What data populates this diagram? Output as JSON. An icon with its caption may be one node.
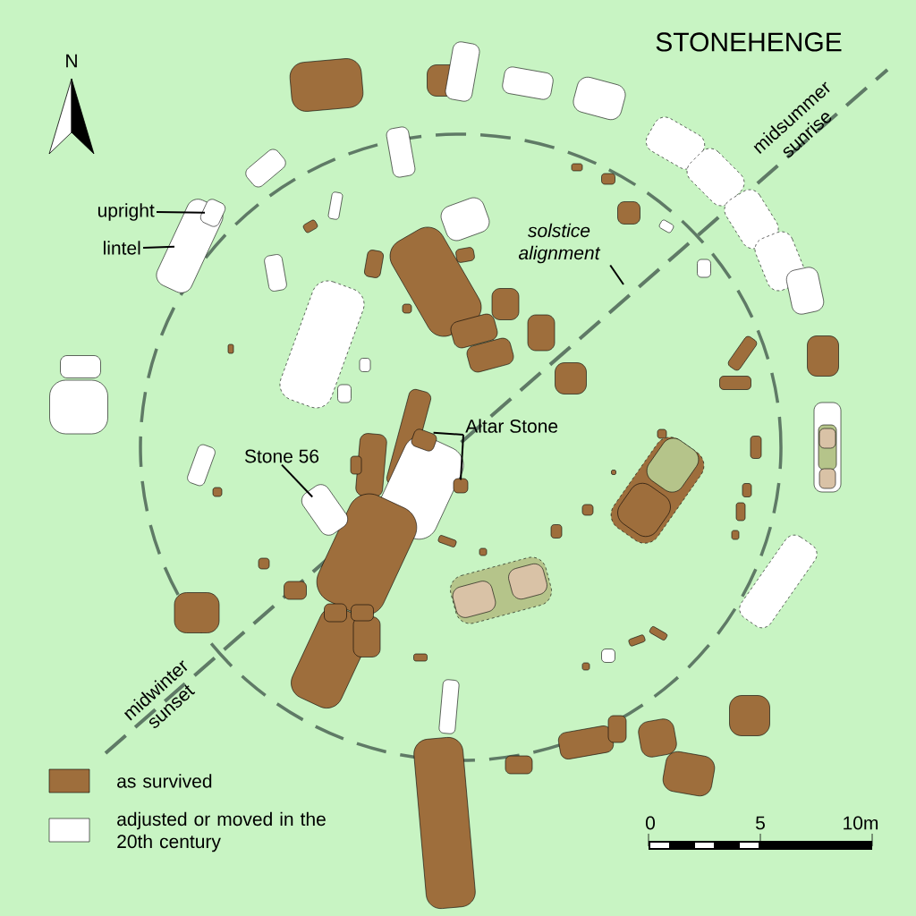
{
  "diagram": {
    "title": "STONEHENGE",
    "nodes": [
      {
        "text": [
          "upright"
        ]
      },
      {
        "text": [],
        "shape": "box",
        "in": 3
      },
      {
        "text": [
          "lintel"
        ]
      },
      {
        "text": [],
        "shape": "box"
      },
      {
        "text": [
          "solstice alignment"
        ]
      },
      {
        "text": [
          "Stone 56"
        ]
      },
      {
        "text": [],
        "shape": "box"
      },
      {
        "text": [
          "Altar Stone"
        ]
      },
      {
        "text": [],
        "shape": "box"
      },
      {
        "text": [],
        "shape": "box"
      }
    ],
    "edges": [
      {
        "from": 0,
        "to": 1,
        "arrow": "none"
      },
      {
        "from": 2,
        "to": 3,
        "arrow": "none"
      },
      {
        "from": 4,
        "to": null,
        "arrow": "none"
      },
      {
        "from": 5,
        "to": 6,
        "arrow": "none"
      },
      {
        "from": 7,
        "to": 8,
        "arrow": "none"
      },
      {
        "from": 7,
        "to": 9,
        "arrow": "none"
      }
    ],
    "labels": [
      "N",
      "midsummer sunrise",
      "midwinter sunset",
      "0",
      "5",
      "10m"
    ],
    "legend": [
      {
        "text": "as survived",
        "color": "#9e6e3c"
      },
      {
        "text": "adjusted or moved in the 20th century",
        "color": "#ffffff"
      }
    ]
  }
}
